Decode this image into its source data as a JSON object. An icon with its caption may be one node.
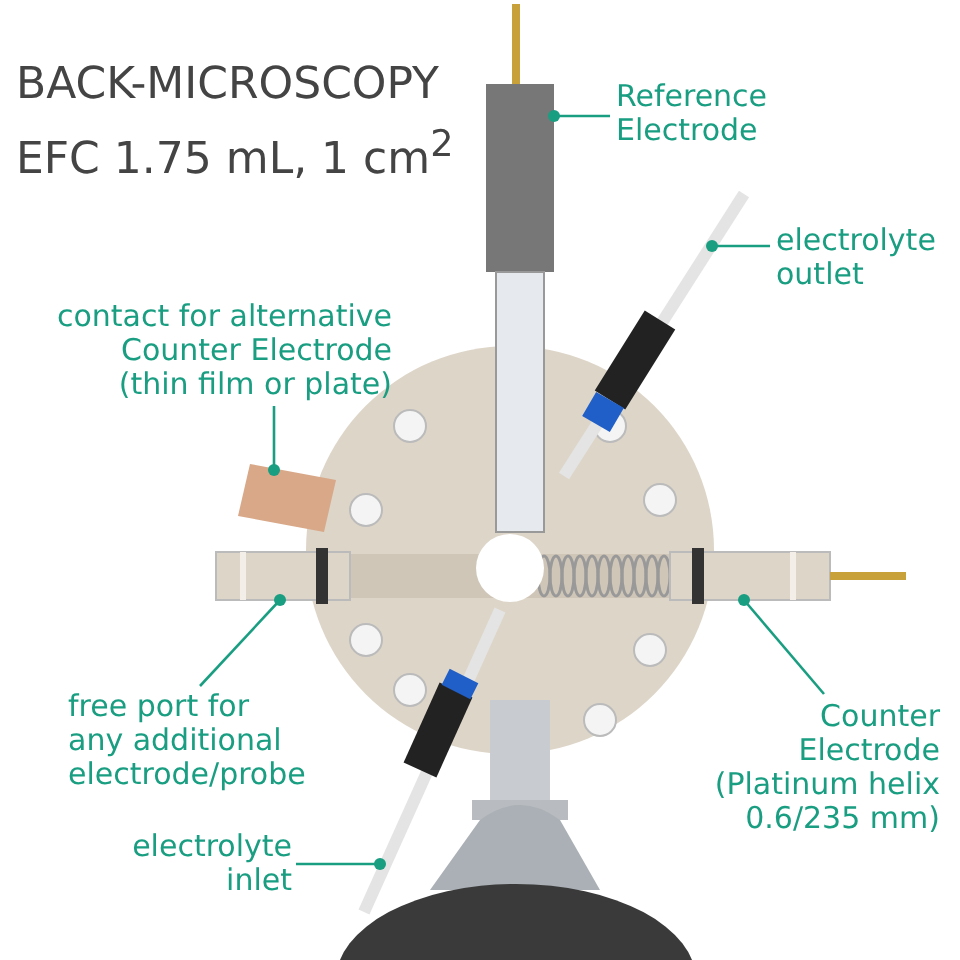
{
  "diagram": {
    "title": "BACK-MICROSCOPY EFC 1.75 mL, 1 cm$^{2}$",
    "nodes": [
      {
        "text": [
          "Reference Electrode"
        ]
      },
      {
        "text": [
          "electrolyte outlet"
        ]
      },
      {
        "text": [
          "contact for alternative Counter Electrode (thin film or plate)"
        ]
      },
      {
        "text": [
          "free port for any additional electrode/probe"
        ]
      },
      {
        "text": [
          "Counter Electrode (Platinum helix 0.6/235 mm)"
        ]
      },
      {
        "text": [
          "electrolyte inlet"
        ]
      },
      {
        "text": [],
        "shape": "picture"
      },
      {
        "text": [],
        "shape": "picture"
      },
      {
        "text": [],
        "shape": "picture"
      },
      {
        "text": [],
        "shape": "picture"
      },
      {
        "text": [],
        "shape": "picture"
      },
      {
        "text": [],
        "shape": "picture"
      }
    ],
    "edges": [
      {
        "from": 0,
        "to": 6,
        "arrow": "other"
      },
      {
        "from": 1,
        "to": 7,
        "arrow": "other"
      },
      {
        "from": 2,
        "to": 8,
        "arrow": "other"
      },
      {
        "from": 3,
        "to": 9,
        "arrow": "other"
      },
      {
        "from": 4,
        "to": 10,
        "arrow": "other"
      },
      {
        "from": 5,
        "to": 11,
        "arrow": "other"
      }
    ]
  }
}
